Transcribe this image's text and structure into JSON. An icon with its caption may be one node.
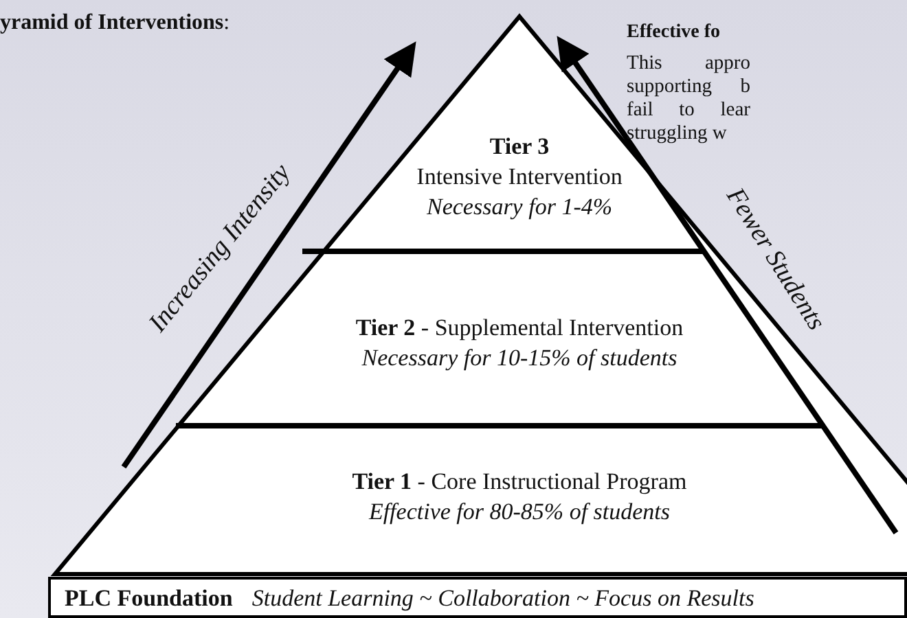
{
  "diagram": {
    "title": "**yramid of Interventions**:",
    "nodes": [
      {
        "text": [
          "Tier 3",
          "Intensive Intervention",
          "Necessary for 1-4%"
        ]
      },
      {
        "text": [
          "**Tier 2** - Supplemental Intervention",
          "Necessary for 10-15% of students"
        ]
      },
      {
        "text": [
          "**Tier 1** - Core Instructional Program",
          "Effective for 80-85% of students"
        ]
      },
      {
        "text": [
          "PLC Foundation",
          "Student Learning ~ Collaboration ~ Focus on Results"
        ]
      }
    ],
    "labels": [
      "Effective fo",
      "This appro supporting b fail to lear struggling w",
      "Increasing Intensity",
      "Fewer Students"
    ]
  }
}
